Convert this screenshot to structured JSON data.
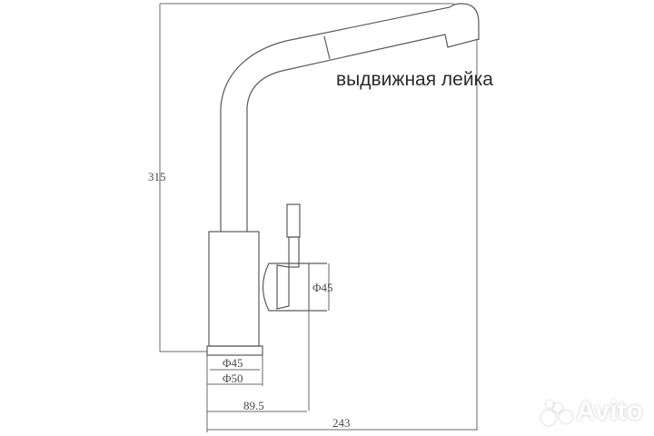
{
  "drawing": {
    "subject": "kitchen faucet technical drawing",
    "annotation": "выдвижная лейка",
    "dimensions": {
      "height": "315",
      "handle_diameter": "Φ45",
      "base_inner_diameter": "Φ45",
      "base_outer_diameter": "Φ50",
      "handle_reach": "89.5",
      "spout_reach": "243"
    },
    "colors": {
      "line": "#5a5a5a",
      "background": "#ffffff"
    }
  },
  "watermark": {
    "text": "Avito"
  }
}
